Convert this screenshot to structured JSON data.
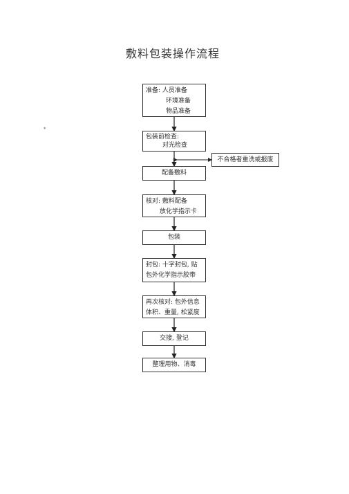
{
  "title": "敷料包装操作流程",
  "stray_mark": "*",
  "steps": {
    "prepare": {
      "lines": [
        "准备: 人员准备",
        "环境准备",
        "物品准备"
      ]
    },
    "precheck": {
      "lines": [
        "包装前检查:",
        "对光检查"
      ]
    },
    "reject": {
      "label": "不合格者重洗或报废"
    },
    "dressing": {
      "label": "配备敷料"
    },
    "verify": {
      "lines": [
        "核对: 敷料配备",
        "放化学指示卡"
      ]
    },
    "pack": {
      "label": "包装"
    },
    "seal": {
      "lines": [
        "封包: 十字封包, 贴",
        "包外化学指示胶带"
      ]
    },
    "recheck": {
      "lines": [
        "再次核对: 包外信息",
        "体积、重量, 松紧度"
      ]
    },
    "handover": {
      "label": "交接, 登记"
    },
    "tidy": {
      "label": "整理用物、消毒"
    }
  }
}
